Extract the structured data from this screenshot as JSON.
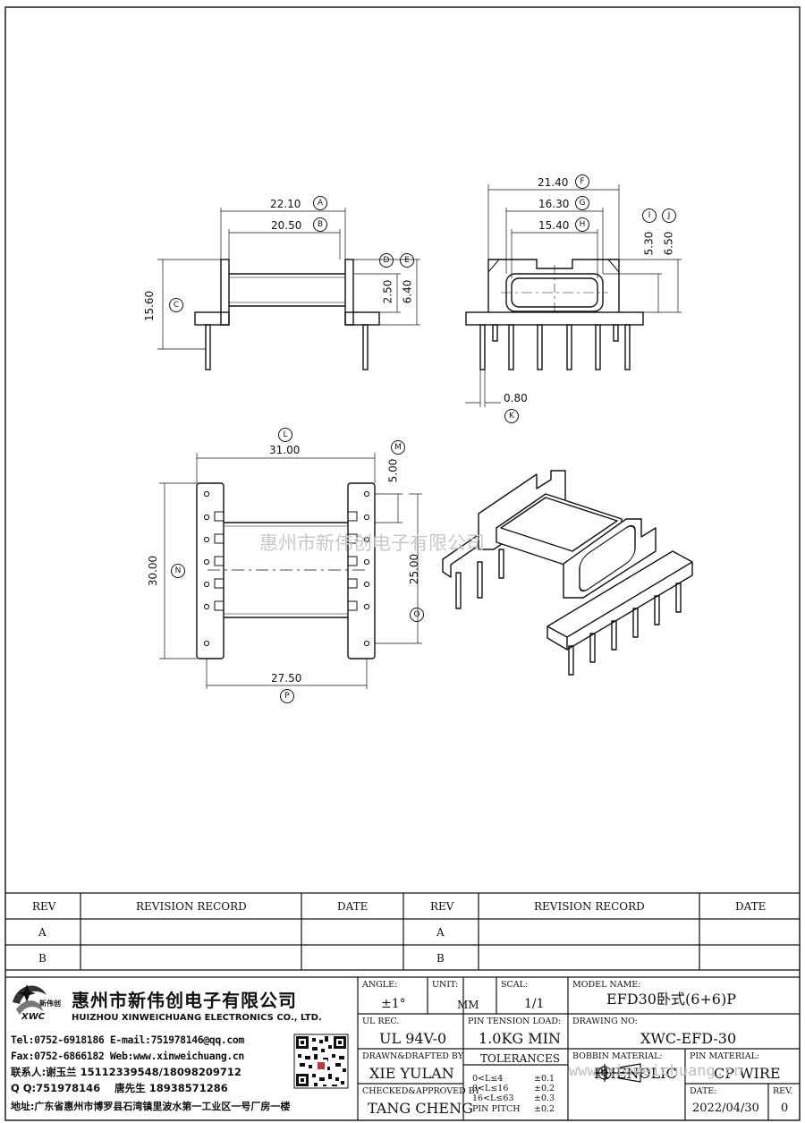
{
  "drawing": {
    "dims": {
      "A": {
        "value": "22.10",
        "mark": "A"
      },
      "B": {
        "value": "20.50",
        "mark": "B"
      },
      "C": {
        "value": "15.60",
        "mark": "C"
      },
      "D": {
        "value": "2.50",
        "mark": "D"
      },
      "E": {
        "value": "6.40",
        "mark": "E"
      },
      "F": {
        "value": "21.40",
        "mark": "F"
      },
      "G": {
        "value": "16.30",
        "mark": "G"
      },
      "H": {
        "value": "15.40",
        "mark": "H"
      },
      "I": {
        "value": "5.30",
        "mark": "I"
      },
      "J": {
        "value": "6.50",
        "mark": "J"
      },
      "K": {
        "value": "0.80",
        "mark": "K"
      },
      "L": {
        "value": "31.00",
        "mark": "L"
      },
      "M": {
        "value": "5.00",
        "mark": "M"
      },
      "N": {
        "value": "30.00",
        "mark": "N"
      },
      "O": {
        "value": "25.00",
        "mark": "O"
      },
      "P": {
        "value": "27.50",
        "mark": "P"
      }
    },
    "watermark_center": "惠州市新伟创电子有限公司",
    "watermark_corner": "www.xinweichuang.cn"
  },
  "revision_table": {
    "headers": [
      "REV",
      "REVISION RECORD",
      "DATE",
      "REV",
      "REVISION RECORD",
      "DATE"
    ],
    "rows": [
      [
        "A",
        "",
        "",
        "A",
        "",
        ""
      ],
      [
        "B",
        "",
        "",
        "B",
        "",
        ""
      ]
    ]
  },
  "company": {
    "logo_text": "新伟创",
    "logo_abbr": "XWC",
    "name_cn": "惠州市新伟创电子有限公司",
    "name_en": "HUIZHOU XINWEICHUANG ELECTRONICS CO., LTD.",
    "tel_line": "Tel:0752-6918186 E-mail:751978146@qq.com",
    "fax_line": "Fax:0752-6866182 Web:www.xinweichuang.cn",
    "contact_line": "联系人:谢玉兰 15112339548/18098209712",
    "qq_line": "Q Q:751978146    唐先生 18938571286",
    "address_line": "地址:广东省惠州市博罗县石湾镇里波水第一工业区一号厂房一楼"
  },
  "title_block": {
    "angle_label": "ANGLE:",
    "angle_value": "±1°",
    "unit_label": "UNIT:",
    "unit_value": "MM",
    "scale_label": "SCAL:",
    "scale_value": "1/1",
    "model_label": "MODEL NAME:",
    "model_value": "EFD30卧式(6+6)P",
    "ul_label": "UL REC.",
    "ul_value": "UL 94V-0",
    "pin_tension_label": "PIN TENSION LOAD:",
    "pin_tension_value": "1.0KG MIN",
    "drawing_no_label": "DRAWING NO:",
    "drawing_no_value": "XWC-EFD-30",
    "drawn_label": "DRAWN&DRAFTED BY",
    "drawn_value": "XIE YULAN",
    "tolerances_label": "TOLERANCES",
    "bobbin_label": "BOBBIN MATERIAL:",
    "bobbin_value": "PHENOLIC",
    "pin_material_label": "PIN MATERIAL:",
    "pin_material_value": "CP WIRE",
    "checked_label": "CHECKED&APPROVED BY",
    "checked_value": "TANG CHENG",
    "tol_rows": [
      {
        "range": "0<L≤4",
        "tol": "±0.1"
      },
      {
        "range": "0<L≤16",
        "tol": "±0.2"
      },
      {
        "range": "16<L≤63",
        "tol": "±0.3"
      },
      {
        "range": "PIN PITCH",
        "tol": "±0.2"
      }
    ],
    "date_label": "DATE:",
    "date_value": "2022/04/30",
    "rev_label": "REV.",
    "rev_value": "0"
  }
}
